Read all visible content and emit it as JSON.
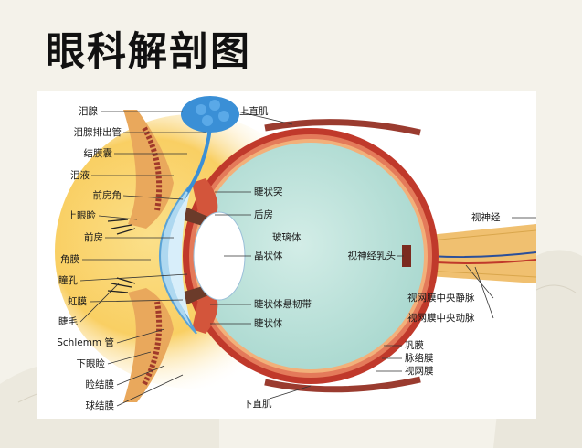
{
  "slide": {
    "title": "眼科解剖图"
  },
  "diagram": {
    "labels_left": [
      "泪腺",
      "泪腺排出管",
      "结膜囊",
      "泪液",
      "前房角",
      "上眼睑",
      "前房",
      "角膜",
      "瞳孔",
      "虹膜",
      "睫毛",
      "Schlemm 管",
      "下眼睑",
      "睑结膜",
      "球结膜"
    ],
    "labels_right": [
      "上直肌",
      "睫状突",
      "后房",
      "玻璃体",
      "晶状体",
      "睫状体悬韧带",
      "睫状体",
      "视神经乳头",
      "视神经",
      "视网膜中央静脉",
      "视网膜中央动脉",
      "巩膜",
      "脉络膜",
      "视网膜",
      "下直肌"
    ]
  },
  "colors": {
    "sclera": "#c0392b",
    "vitreous": "#bfe3dc",
    "cornea": "#aed8f0",
    "lens": "#ffffff",
    "lacrimal_gland": "#3a8fd6",
    "eyelid": "#e9a85c",
    "background_glow": "#f7c14d",
    "optic_nerve": "#f0c070"
  }
}
